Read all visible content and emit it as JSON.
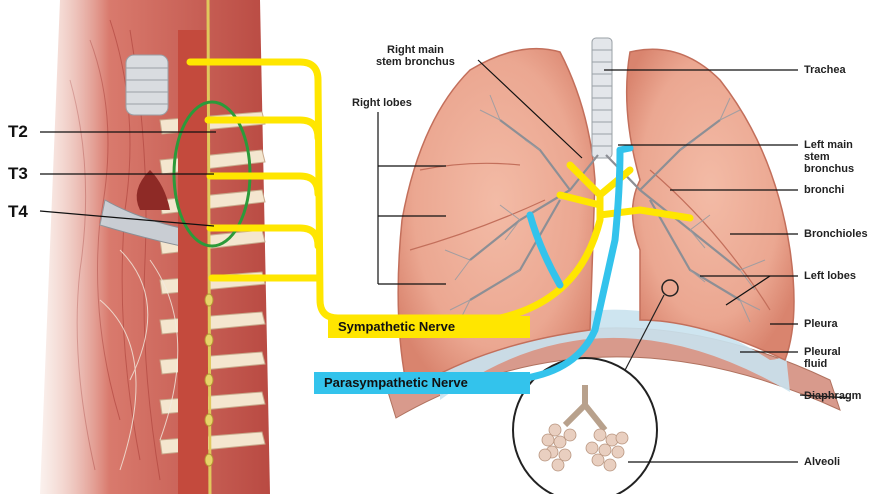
{
  "spinal_levels": [
    "T2",
    "T3",
    "T4"
  ],
  "nerves": {
    "sympathetic": {
      "label": "Sympathetic Nerve",
      "color": "#ffe600"
    },
    "parasympathetic": {
      "label": "Parasympathetic Nerve",
      "color": "#33c3ec"
    }
  },
  "labels": {
    "right_main_stem_bronchus": "Right main\nstem bronchus",
    "right_lobes": "Right lobes",
    "trachea": "Trachea",
    "left_main_stem_bronchus": "Left main\nstem\nbronchus",
    "bronchi": "bronchi",
    "bronchioles": "Bronchioles",
    "left_lobes": "Left lobes",
    "pleura": "Pleura",
    "pleural_fluid": "Pleural\nfluid",
    "diaphragm": "Diaphragm",
    "alveoli": "Alveoli"
  },
  "colors": {
    "lung": "#eba791",
    "pleura": "#c9e2ee",
    "diaphragm": "#d89a8c",
    "highlight_circle": "#2c9a3a",
    "muscle": "#c8574f"
  }
}
